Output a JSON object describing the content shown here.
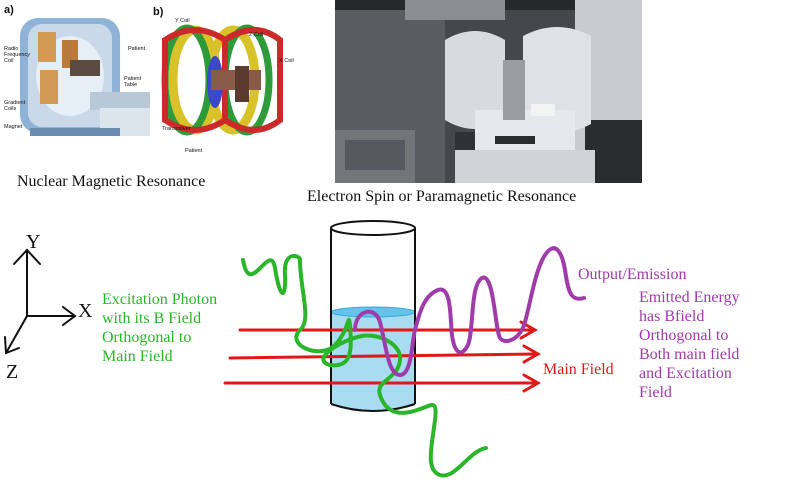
{
  "nmr": {
    "caption": "Nuclear Magnetic Resonance",
    "panel_a": "a)",
    "panel_b": "b)",
    "labels_a": {
      "rf_coil": "Radio\nFrequency\nCoil",
      "patient": "Patient",
      "patient_table": "Patient\nTable",
      "gradient_coils": "Gradient\nCoils",
      "magnet": "Magnet"
    },
    "labels_b": {
      "y_coil": "Y Coil",
      "z_coil": "Z Coil",
      "x_coil": "X Coil",
      "transceiver": "Transceiver",
      "patient": "Patient"
    }
  },
  "epr": {
    "caption": "Electron Spin or Paramagnetic Resonance"
  },
  "axes": {
    "y": "Y",
    "x": "X",
    "z": "Z"
  },
  "excitation": {
    "lines": [
      "Excitation Photon",
      "with its B Field",
      "Orthogonal to",
      "Main Field"
    ]
  },
  "output": {
    "title": "Output/Emission",
    "lines": [
      "Emitted Energy",
      "has Bfield",
      "Orthogonal to",
      "Both main field",
      "and Excitation",
      "Field"
    ]
  },
  "main_field": {
    "label": "Main Field"
  },
  "colors": {
    "green": "#2bb52b",
    "purple": "#a03caa",
    "red": "#e01818",
    "water": "#a9dcf0",
    "water_surface": "#63c3ea"
  }
}
